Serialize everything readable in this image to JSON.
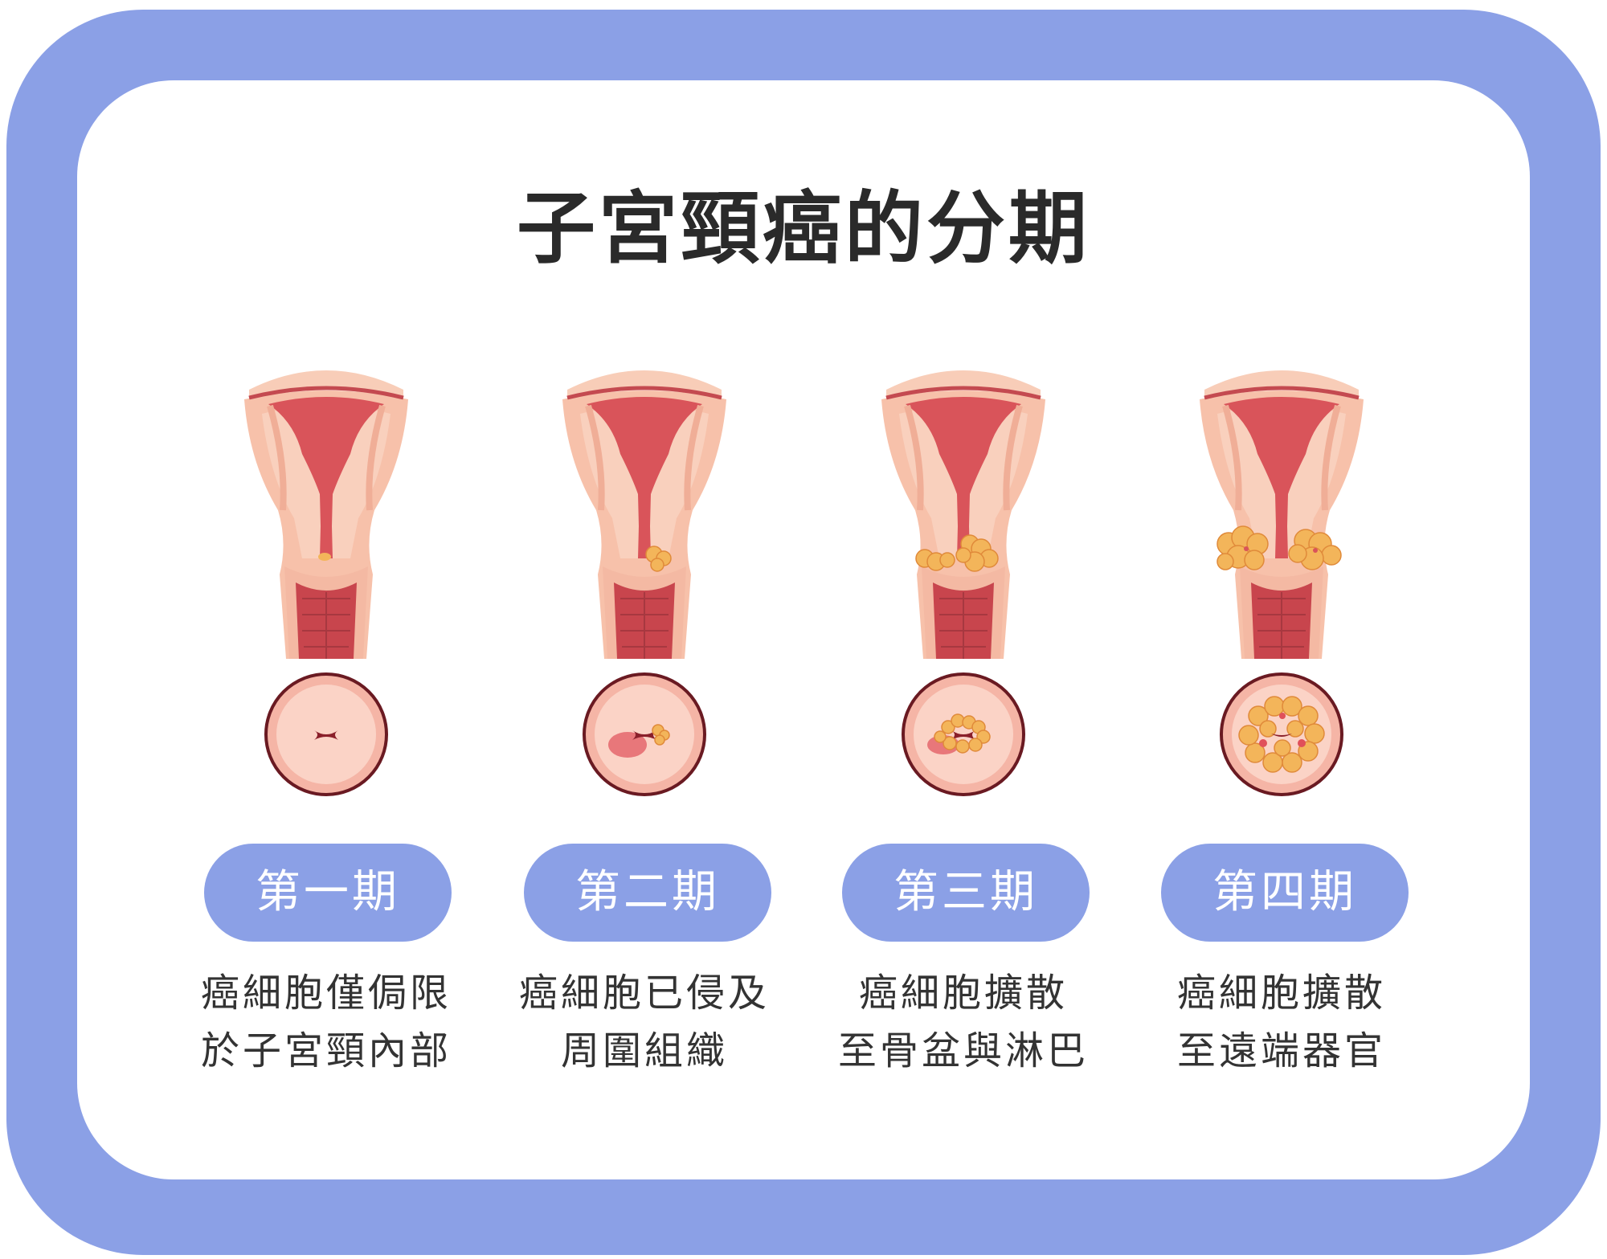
{
  "title": "子宮頸癌的分期",
  "colors": {
    "frame": "#8ba0e6",
    "pill": "#8ba0e6",
    "tissue": "#f7c1aa",
    "cavity": "#d9545a",
    "tumor": "#f3b55a"
  },
  "stages": [
    {
      "label": "第一期",
      "desc_line1": "癌細胞僅侷限",
      "desc_line2": "於子宮頸內部",
      "tumor_level": "small"
    },
    {
      "label": "第二期",
      "desc_line1": "癌細胞已侵及",
      "desc_line2": "周圍組織",
      "tumor_level": "medium"
    },
    {
      "label": "第三期",
      "desc_line1": "癌細胞擴散",
      "desc_line2": "至骨盆與淋巴",
      "tumor_level": "large"
    },
    {
      "label": "第四期",
      "desc_line1": "癌細胞擴散",
      "desc_line2": "至遠端器官",
      "tumor_level": "extensive"
    }
  ]
}
